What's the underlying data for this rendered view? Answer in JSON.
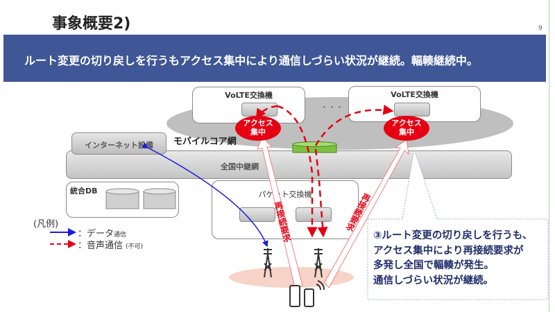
{
  "header": {
    "title": "事象概要2)",
    "page_number": "9"
  },
  "banner": {
    "text": "ルート変更の切り戻しを行うもアクセス集中により通信しづらい状況が継続。輻輳継続中。",
    "color": "#3f5796"
  },
  "diagram": {
    "mobile_core_label": "モバイルコア網",
    "volte_switch_1": "VoLTE交換機",
    "volte_switch_2": "VoLTE交換機",
    "ellipsis": "・・・",
    "access_concentration_1": [
      "アクセス",
      "集中"
    ],
    "access_concentration_2": [
      "アクセス",
      "集中"
    ],
    "internet_facility": "インターネット設備",
    "national_relay": "全国中継網",
    "integrated_db": "統合DB",
    "packet_switch": "パケット交換機",
    "reconnect_request_1": "再接続要求",
    "reconnect_request_2": "再接続要求",
    "callout": [
      "③ルート変更の切り戻しを行うも、",
      "アクセス集中により再接続要求が",
      "多発し全国で輻輳が発生。",
      "通信しづらい状況が継続。"
    ]
  },
  "legend": {
    "title": "(凡例)",
    "data_prefix": "：データ",
    "data_suffix": "通信",
    "voice_prefix": "：音声通信",
    "voice_suffix": "(不可)",
    "data_color": "#1a1ae6",
    "voice_color": "#e60012"
  }
}
